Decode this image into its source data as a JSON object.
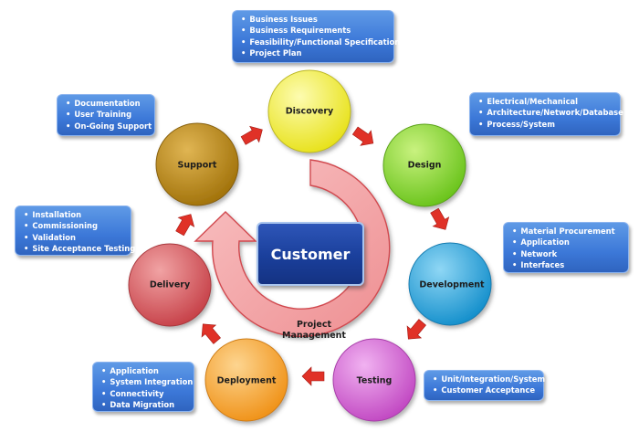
{
  "center": {
    "label": "Customer",
    "cycle_label_line1": "Project",
    "cycle_label_line2": "Management"
  },
  "stages": [
    {
      "id": "discovery",
      "label": "Discovery",
      "color": "#f4f03c",
      "items": [
        "Business Issues",
        "Business Requirements",
        "Feasibility/Functional Specification",
        "Project Plan"
      ]
    },
    {
      "id": "design",
      "label": "Design",
      "color": "#8fdc2f",
      "items": [
        "Electrical/Mechanical",
        "Architecture/Network/Database",
        "Process/System"
      ]
    },
    {
      "id": "development",
      "label": "Development",
      "color": "#28a9e0",
      "items": [
        "Material Procurement",
        "Application",
        "Network",
        "Interfaces"
      ]
    },
    {
      "id": "testing",
      "label": "Testing",
      "color": "#d25fd3",
      "items": [
        "Unit/Integration/System",
        "Customer Acceptance"
      ]
    },
    {
      "id": "deployment",
      "label": "Deployment",
      "color": "#f7a52c",
      "items": [
        "Application",
        "System Integration",
        "Connectivity",
        "Data Migration"
      ]
    },
    {
      "id": "delivery",
      "label": "Delivery",
      "color": "#d8585a",
      "items": [
        "Installation",
        "Commissioning",
        "Validation",
        "Site Acceptance Testing"
      ]
    },
    {
      "id": "support",
      "label": "Support",
      "color": "#b8860b",
      "items": [
        "Documentation",
        "User Training",
        "On-Going Support"
      ]
    }
  ],
  "colors": {
    "arrow_fill": "#e03127",
    "cycle_arrow_fill": "#f4a6a8",
    "cycle_arrow_stroke": "#d1494f",
    "callout_fill": "#3c78d8",
    "customer_fill": "#1a3f9b"
  }
}
